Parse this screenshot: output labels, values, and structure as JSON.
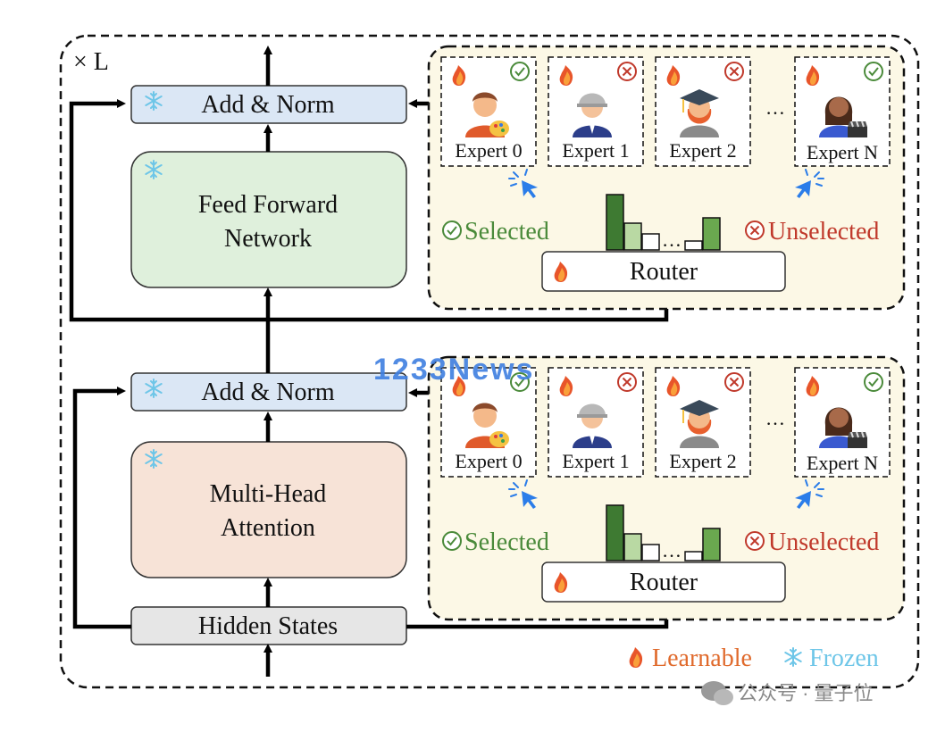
{
  "layer_repeat": "× L",
  "blocks": {
    "add_norm_top": "Add & Norm",
    "ffn_line1": "Feed Forward",
    "ffn_line2": "Network",
    "add_norm_bottom": "Add & Norm",
    "mha_line1": "Multi-Head",
    "mha_line2": "Attention",
    "hidden_states": "Hidden States"
  },
  "moe": {
    "experts": [
      "Expert 0",
      "Expert 1",
      "Expert 2",
      "Expert N"
    ],
    "expert_selected": [
      true,
      false,
      false,
      true
    ],
    "ellipsis": "…",
    "router": "Router",
    "selected": "Selected",
    "unselected": "Unselected",
    "router_bars": [
      0.62,
      0.3,
      0.18,
      0.1,
      0.36
    ]
  },
  "legend": {
    "learnable": "Learnable",
    "frozen": "Frozen"
  },
  "watermarks": {
    "overlay": "1233News",
    "footer": "公众号 · 量子位"
  },
  "colors": {
    "add_norm_fill": "#dbe7f5",
    "ffn_fill": "#dff0dc",
    "mha_fill": "#f7e3d7",
    "hidden_fill": "#e6e6e6",
    "moe_fill": "#fcf8e6",
    "selected_green": "#4a8a3a",
    "unselected_red": "#c0392b",
    "learnable_orange": "#e06a2c",
    "frozen_blue": "#6ec6e8",
    "bar_dark": "#3e7a32",
    "bar_light": "#b9d9a3"
  },
  "icons": [
    "fire-icon",
    "snowflake-icon",
    "check-circle-icon",
    "x-circle-icon",
    "cursor-click-icon",
    "chat-bubble-icon"
  ]
}
